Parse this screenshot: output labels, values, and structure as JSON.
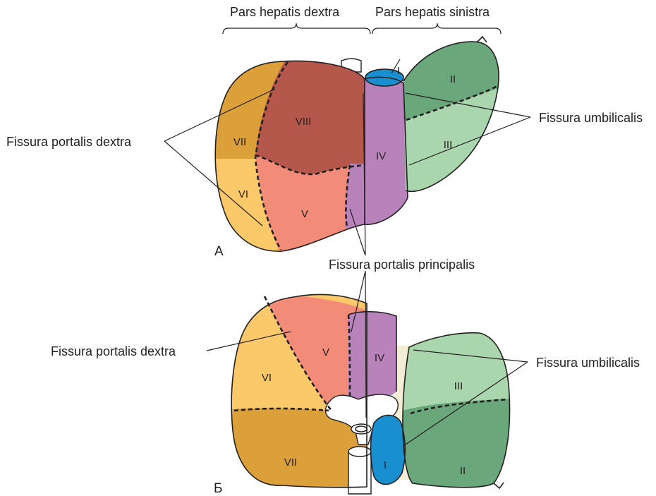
{
  "header": {
    "right_part": "Pars hepatis dextra",
    "left_part": "Pars hepatis sinistra"
  },
  "figure_a": {
    "letter": "А",
    "segments": [
      "I",
      "II",
      "III",
      "IV",
      "V",
      "VI",
      "VII",
      "VIII"
    ],
    "labels": {
      "portalis_dextra": "Fissura portalis dextra",
      "umbilicalis": "Fissura umbilicalis",
      "principalis": "Fissura portalis principalis"
    }
  },
  "figure_b": {
    "letter": "Б",
    "segments": [
      "I",
      "II",
      "III",
      "IV",
      "V",
      "VI",
      "VII"
    ],
    "labels": {
      "portalis_dextra": "Fissura portalis dextra",
      "umbilicalis": "Fissura umbilicalis"
    }
  },
  "colors": {
    "I": "#1a8fd0",
    "II": "#6aa77a",
    "III": "#a9d6ad",
    "IV": "#b882bb",
    "V": "#f28b78",
    "VI": "#fbc96a",
    "VII": "#dba03a",
    "VIII": "#b5574b",
    "ligament": "#f4edd5"
  }
}
